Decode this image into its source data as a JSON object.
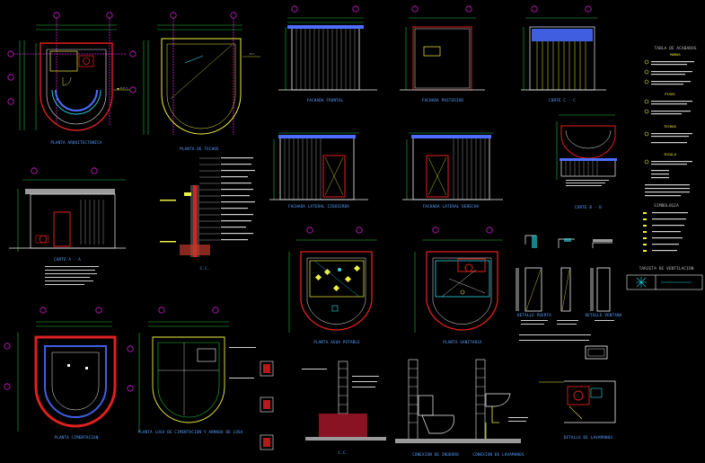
{
  "colors": {
    "background": "#000000",
    "wall_red": "#e0201e",
    "dimension_green": "#1fbf3c",
    "axis_magenta": "#d21ed2",
    "text_yellow": "#f0f040",
    "title_blue": "#5aa0ff",
    "hatch_gray": "#9a9a9a",
    "cyan": "#27d9e6",
    "white": "#f2f2f2"
  },
  "titles": {
    "planta_arquitectonica": "PLANTA ARQUITECTONICA",
    "planta_de_techos": "PLANTA DE TECHOS",
    "fachada_frontal": "FACHADA FRONTAL",
    "fachada_posterior": "FACHADA POSTERIOR",
    "corte_c": "CORTE C - C",
    "fachada_lateral_izquierda": "FACHADA LATERAL IZQUIERDA",
    "fachada_lateral_derecha": "FACHADA LATERAL DERECHA",
    "corte_a": "CORTE A - A",
    "corte_b": "CORTE B - B",
    "planta_agua_potable": "PLANTA AGUA POTABLE",
    "planta_sanitaria": "PLANTA SANITARIA",
    "planta_cimentacion": "PLANTA CIMENTACION",
    "planta_cimientos": "PLANTA LOSA DE CIMENTACION Y ARMADO DE LOSA",
    "detalle_inodoro": "CONEXION DE INODORO",
    "detalle_lavamanos": "CONEXION DE LAVAMANOS",
    "detalle_puerta": "DETALLE PUERTA",
    "detalle_ventana": "DETALLE VENTANA",
    "detalle_planta_baño": "DETALLE DE LAVAMANOS",
    "cimiento_corrido": "C.C."
  },
  "legend": {
    "title": "TABLA DE ACABADOS",
    "sections": [
      "MUROS",
      "PISOS",
      "TECHOS",
      "ZOCALO"
    ],
    "simbologia": "SIMBOLOGIA",
    "tarjeta": "TARJETA DE VENTILACION"
  }
}
